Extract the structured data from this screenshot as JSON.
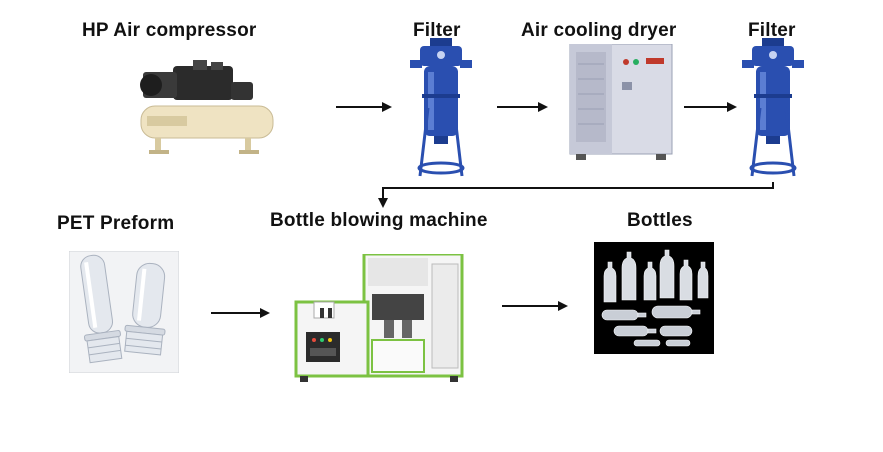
{
  "labels": {
    "compressor": "HP Air compressor",
    "filter1": "Filter",
    "dryer": "Air cooling dryer",
    "filter2": "Filter",
    "preform": "PET Preform",
    "blower": "Bottle blowing machine",
    "bottles": "Bottles"
  },
  "colors": {
    "filter_blue": "#2a4fb0",
    "machine_green": "#7cc242",
    "compressor_tank": "#efe3c2",
    "dryer_body": "#d9dbe6",
    "bottles_bg": "#000000"
  }
}
